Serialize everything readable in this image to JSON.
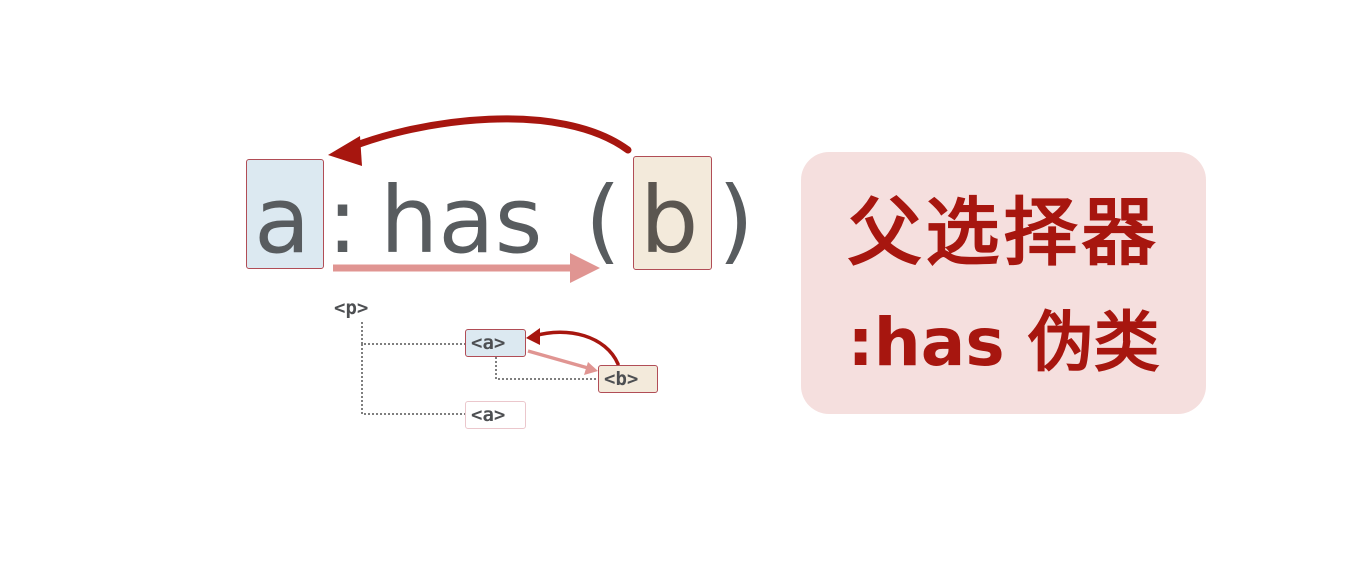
{
  "selector": {
    "subject": "a",
    "colon": ":",
    "pseudo": "has",
    "open_paren": "(",
    "argument": "b",
    "close_paren": ")"
  },
  "tree": {
    "root": "<p>",
    "child_a_highlighted": "<a>",
    "grandchild_b": "<b>",
    "child_a_plain": "<a>"
  },
  "card": {
    "line1": "父选择器",
    "line2": ":has 伪类"
  },
  "colors": {
    "arrow_dark": "#a7160f",
    "arrow_light": "#e09592",
    "subject_fill": "#dce9f1",
    "argument_fill": "#f3eadb",
    "card_fill": "#f5dfde",
    "card_text": "#a7160f"
  }
}
